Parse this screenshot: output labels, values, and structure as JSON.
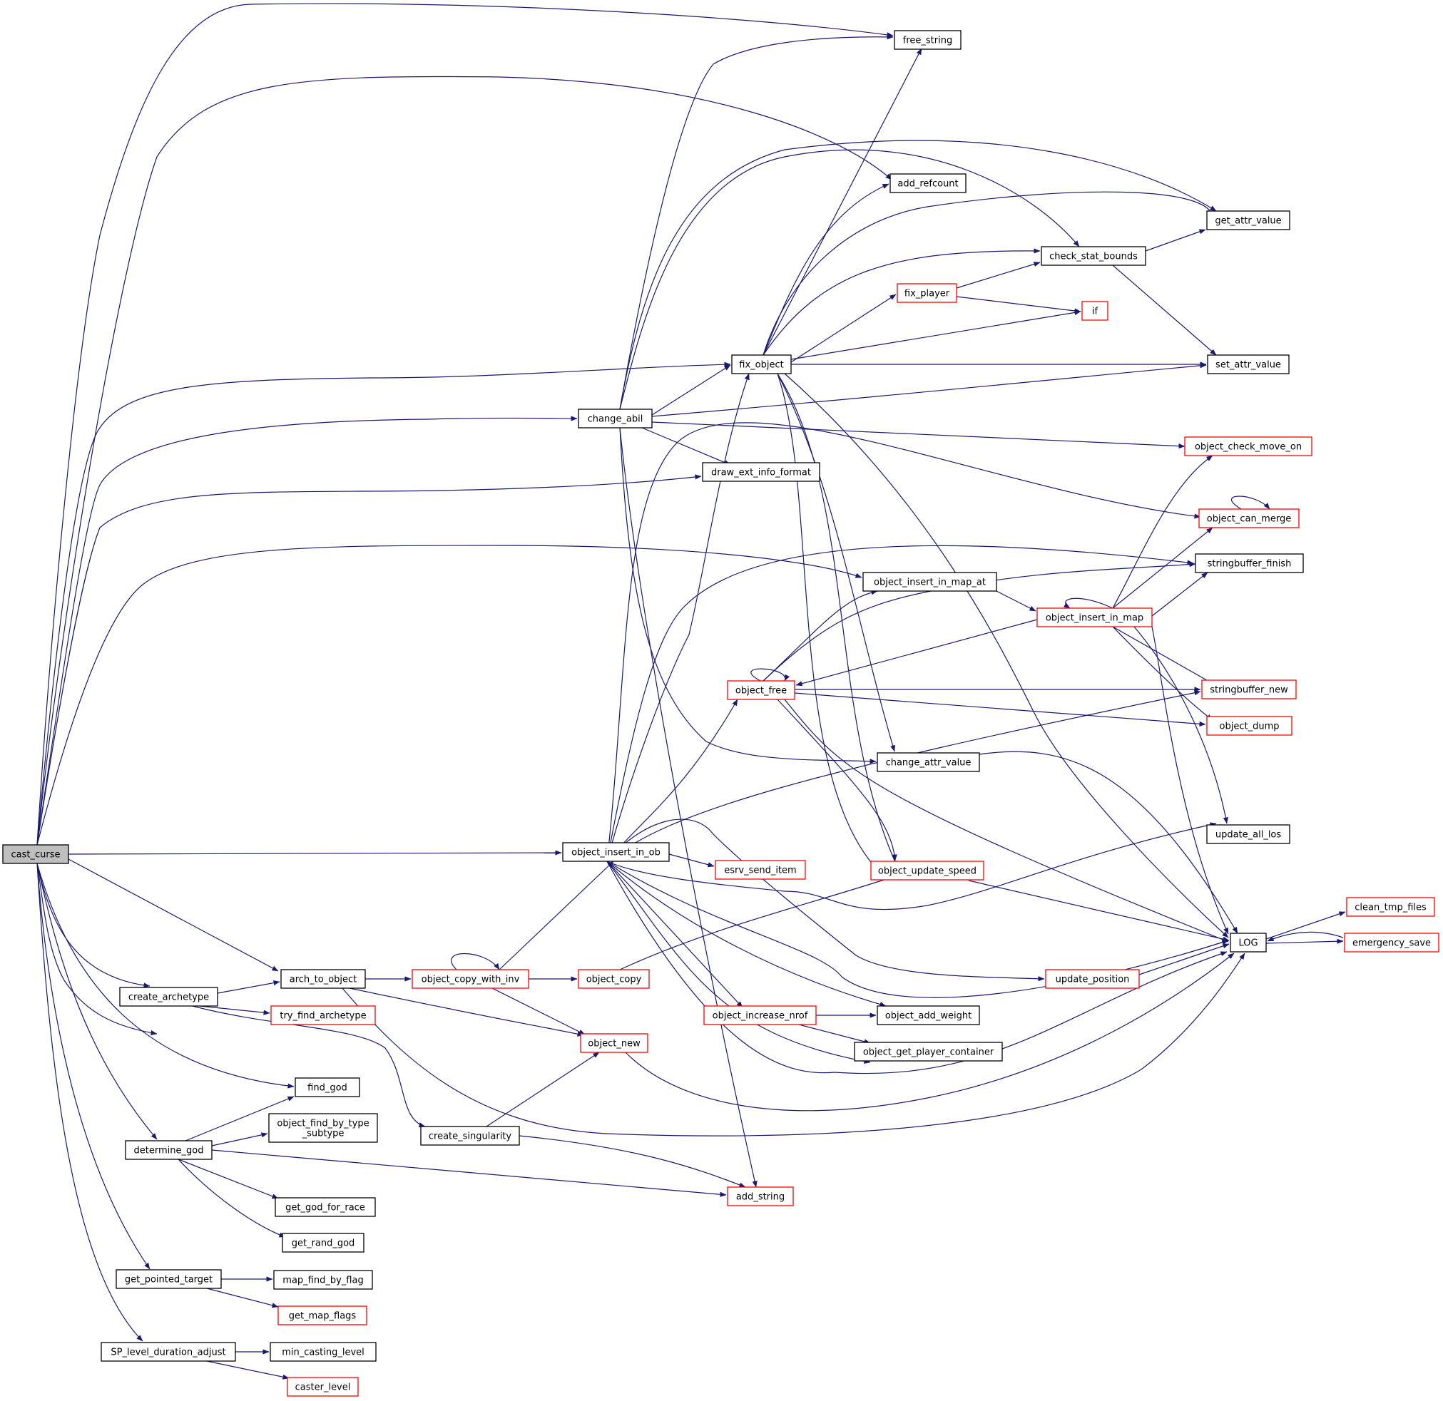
{
  "colors": {
    "edge": "#191970",
    "node_border": "#000000",
    "external_border": "#ff0000",
    "root_fill": "#bfbfbf",
    "node_fill": "#ffffff"
  },
  "nodes": [
    {
      "id": "cast_curse",
      "label": "cast_curse",
      "kind": "root"
    },
    {
      "id": "free_string",
      "label": "free_string",
      "kind": "normal"
    },
    {
      "id": "add_refcount",
      "label": "add_refcount",
      "kind": "normal"
    },
    {
      "id": "get_attr_value",
      "label": "get_attr_value",
      "kind": "normal"
    },
    {
      "id": "check_stat_bounds",
      "label": "check_stat_bounds",
      "kind": "normal"
    },
    {
      "id": "fix_player",
      "label": "fix_player",
      "kind": "external"
    },
    {
      "id": "if",
      "label": "if",
      "kind": "external"
    },
    {
      "id": "fix_object",
      "label": "fix_object",
      "kind": "normal"
    },
    {
      "id": "set_attr_value",
      "label": "set_attr_value",
      "kind": "normal"
    },
    {
      "id": "change_abil",
      "label": "change_abil",
      "kind": "normal"
    },
    {
      "id": "object_check_move_on",
      "label": "object_check_move_on",
      "kind": "external"
    },
    {
      "id": "draw_ext_info_format",
      "label": "draw_ext_info_format",
      "kind": "normal"
    },
    {
      "id": "object_can_merge",
      "label": "object_can_merge",
      "kind": "external"
    },
    {
      "id": "stringbuffer_finish",
      "label": "stringbuffer_finish",
      "kind": "normal"
    },
    {
      "id": "object_insert_in_map_at",
      "label": "object_insert_in_map_at",
      "kind": "normal"
    },
    {
      "id": "object_insert_in_map",
      "label": "object_insert_in_map",
      "kind": "external"
    },
    {
      "id": "object_free",
      "label": "object_free",
      "kind": "external"
    },
    {
      "id": "stringbuffer_new",
      "label": "stringbuffer_new",
      "kind": "external"
    },
    {
      "id": "object_dump",
      "label": "object_dump",
      "kind": "external"
    },
    {
      "id": "change_attr_value",
      "label": "change_attr_value",
      "kind": "normal"
    },
    {
      "id": "update_all_los",
      "label": "update_all_los",
      "kind": "normal"
    },
    {
      "id": "object_insert_in_ob",
      "label": "object_insert_in_ob",
      "kind": "normal"
    },
    {
      "id": "esrv_send_item",
      "label": "esrv_send_item",
      "kind": "external"
    },
    {
      "id": "object_update_speed",
      "label": "object_update_speed",
      "kind": "external"
    },
    {
      "id": "clean_tmp_files",
      "label": "clean_tmp_files",
      "kind": "external"
    },
    {
      "id": "LOG",
      "label": "LOG",
      "kind": "normal"
    },
    {
      "id": "emergency_save",
      "label": "emergency_save",
      "kind": "external"
    },
    {
      "id": "arch_to_object",
      "label": "arch_to_object",
      "kind": "normal"
    },
    {
      "id": "object_copy_with_inv",
      "label": "object_copy_with_inv",
      "kind": "external"
    },
    {
      "id": "object_copy",
      "label": "object_copy",
      "kind": "external"
    },
    {
      "id": "update_position",
      "label": "update_position",
      "kind": "external"
    },
    {
      "id": "create_archetype",
      "label": "create_archetype",
      "kind": "normal"
    },
    {
      "id": "try_find_archetype",
      "label": "try_find_archetype",
      "kind": "external"
    },
    {
      "id": "object_increase_nrof",
      "label": "object_increase_nrof",
      "kind": "external"
    },
    {
      "id": "object_add_weight",
      "label": "object_add_weight",
      "kind": "normal"
    },
    {
      "id": "object_new",
      "label": "object_new",
      "kind": "external"
    },
    {
      "id": "object_get_player_container",
      "label": "object_get_player_container",
      "kind": "normal"
    },
    {
      "id": "find_god",
      "label": "find_god",
      "kind": "normal"
    },
    {
      "id": "object_find_by_type_subtype",
      "label": [
        "object_find_by_type",
        "_subtype"
      ],
      "kind": "normal"
    },
    {
      "id": "determine_god",
      "label": "determine_god",
      "kind": "normal"
    },
    {
      "id": "create_singularity",
      "label": "create_singularity",
      "kind": "normal"
    },
    {
      "id": "add_string",
      "label": "add_string",
      "kind": "external"
    },
    {
      "id": "get_god_for_race",
      "label": "get_god_for_race",
      "kind": "normal"
    },
    {
      "id": "get_rand_god",
      "label": "get_rand_god",
      "kind": "normal"
    },
    {
      "id": "get_pointed_target",
      "label": "get_pointed_target",
      "kind": "normal"
    },
    {
      "id": "map_find_by_flag",
      "label": "map_find_by_flag",
      "kind": "normal"
    },
    {
      "id": "get_map_flags",
      "label": "get_map_flags",
      "kind": "external"
    },
    {
      "id": "SP_level_duration_adjust",
      "label": "SP_level_duration_adjust",
      "kind": "normal"
    },
    {
      "id": "min_casting_level",
      "label": "min_casting_level",
      "kind": "normal"
    },
    {
      "id": "caster_level",
      "label": "caster_level",
      "kind": "external"
    }
  ]
}
